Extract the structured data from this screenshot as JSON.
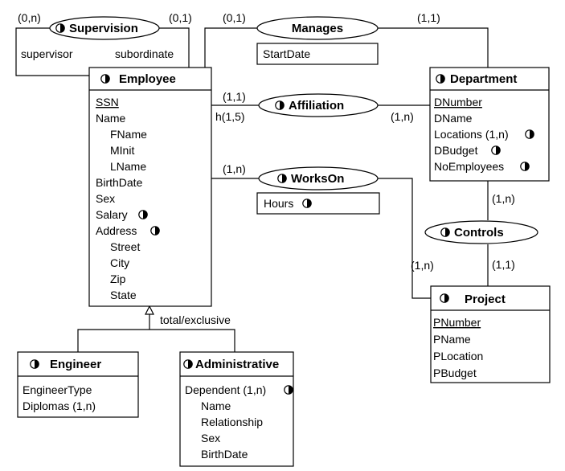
{
  "entities": {
    "employee": {
      "title": "Employee",
      "attrs": [
        "SSN",
        "Name",
        "FName",
        "MInit",
        "LName",
        "BirthDate",
        "Sex",
        "Salary",
        "Address",
        "Street",
        "City",
        "Zip",
        "State"
      ]
    },
    "department": {
      "title": "Department",
      "attrs": [
        "DNumber",
        "DName",
        "Locations (1,n)",
        "DBudget",
        "NoEmployees"
      ]
    },
    "project": {
      "title": "Project",
      "attrs": [
        "PNumber",
        "PName",
        "PLocation",
        "PBudget"
      ]
    },
    "engineer": {
      "title": "Engineer",
      "attrs": [
        "EngineerType",
        "Diplomas (1,n)"
      ]
    },
    "administrative": {
      "title": "Administrative",
      "attrs": [
        "Dependent (1,n)",
        "Name",
        "Relationship",
        "Sex",
        "BirthDate"
      ]
    }
  },
  "relationships": {
    "supervision": "Supervision",
    "manages": "Manages",
    "affiliation": "Affiliation",
    "workson": "WorksOn",
    "controls": "Controls"
  },
  "rel_attributes": {
    "manages": "StartDate",
    "workson": "Hours"
  },
  "roles": {
    "supervisor": "supervisor",
    "subordinate": "subordinate"
  },
  "cardinalities": {
    "supervision_left": "(0,n)",
    "supervision_right": "(0,1)",
    "manages_employee": "(0,1)",
    "manages_department": "(1,1)",
    "affiliation_employee": "(1,1)",
    "affiliation_employee_h": "h(1,5)",
    "affiliation_department": "(1,n)",
    "workson_employee": "(1,n)",
    "workson_project": "(1,n)",
    "controls_department": "(1,n)",
    "controls_project": "(1,1)"
  },
  "generalization": {
    "label": "total/exclusive"
  },
  "icons": {
    "temporal": "half-circle-temporal-icon"
  }
}
